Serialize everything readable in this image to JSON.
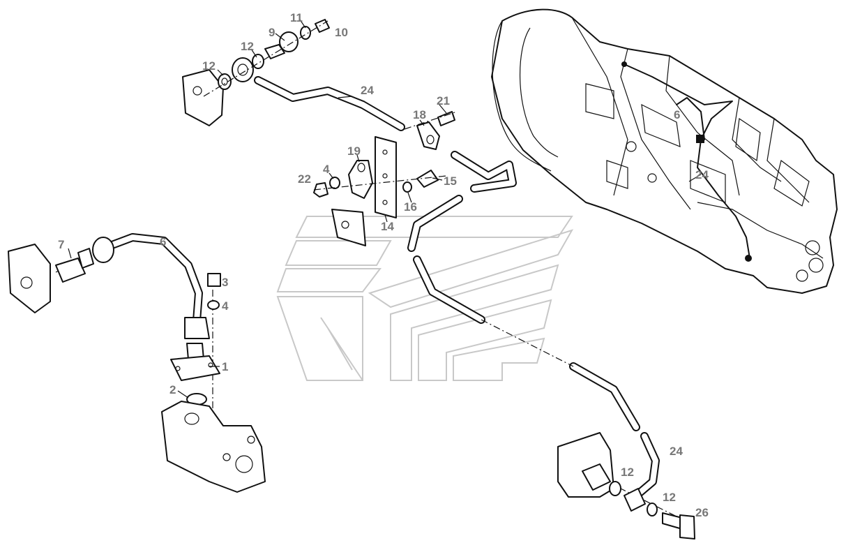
{
  "callouts": [
    {
      "id": "c11a",
      "text": "11"
    },
    {
      "id": "c10",
      "text": "10"
    },
    {
      "id": "c9",
      "text": "9"
    },
    {
      "id": "c12a",
      "text": "12"
    },
    {
      "id": "c12b",
      "text": "12"
    },
    {
      "id": "c24a",
      "text": "24"
    },
    {
      "id": "c21",
      "text": "21"
    },
    {
      "id": "c18",
      "text": "18"
    },
    {
      "id": "c19",
      "text": "19"
    },
    {
      "id": "c4a",
      "text": "4"
    },
    {
      "id": "c22",
      "text": "22"
    },
    {
      "id": "c15",
      "text": "15"
    },
    {
      "id": "c16",
      "text": "16"
    },
    {
      "id": "c14",
      "text": "14"
    },
    {
      "id": "c6a",
      "text": "6"
    },
    {
      "id": "c24b",
      "text": "24"
    },
    {
      "id": "c7",
      "text": "7"
    },
    {
      "id": "c6b",
      "text": "6"
    },
    {
      "id": "c3",
      "text": "3"
    },
    {
      "id": "c4b",
      "text": "4"
    },
    {
      "id": "c1",
      "text": "1"
    },
    {
      "id": "c2",
      "text": "2"
    },
    {
      "id": "c24c",
      "text": "24"
    },
    {
      "id": "c12c",
      "text": "12"
    },
    {
      "id": "c12d",
      "text": "12"
    },
    {
      "id": "c26",
      "text": "26"
    }
  ]
}
